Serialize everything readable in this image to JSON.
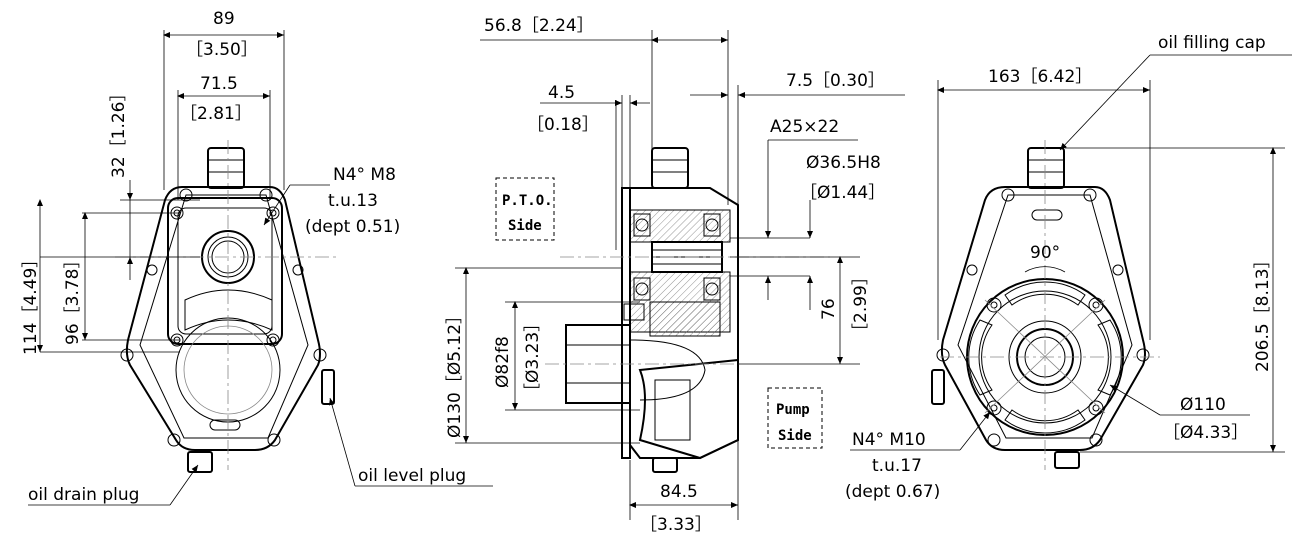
{
  "left_view": {
    "dims": {
      "width_89": "89",
      "width_89_in": "［3.50］",
      "width_71_5": "71.5",
      "width_71_5_in": "［2.81］",
      "h_32": "32［1.26］",
      "h_114": "114［4.49］",
      "h_96": "96［3.78］"
    },
    "bolt_label_1": "N4°  M8",
    "bolt_label_2": "t.u.13",
    "bolt_label_3": "(dept 0.51)",
    "oil_drain": "oil drain plug",
    "oil_level": "oil level plug"
  },
  "middle_view": {
    "dims": {
      "d_56_8": "56.8［2.24］",
      "d_4_5": "4.5",
      "d_4_5_in": "［0.18］",
      "d_7_5": "7.5［0.30］",
      "spline": "A25×22",
      "bore": "Ø36.5H8",
      "bore_in": "［Ø1.44］",
      "d_130": "Ø130［Ø5.12］",
      "d_82": "Ø82f8",
      "d_82_in": "［Ø3.23］",
      "d_76": "76",
      "d_76_in": "［2.99］",
      "d_84_5": "84.5",
      "d_84_5_in": "［3.33］"
    },
    "pto_side_1": "P.T.O.",
    "pto_side_2": "Side",
    "pump_side_1": "Pump",
    "pump_side_2": "Side"
  },
  "right_view": {
    "dims": {
      "w_163": "163［6.42］",
      "h_206": "206.5［8.13］",
      "angle": "90°",
      "d_110": "Ø110",
      "d_110_in": "［Ø4.33］"
    },
    "oil_filling": "oil filling cap",
    "bolt_label_1": "N4° M10",
    "bolt_label_2": "t.u.17",
    "bolt_label_3": "(dept 0.67)"
  }
}
